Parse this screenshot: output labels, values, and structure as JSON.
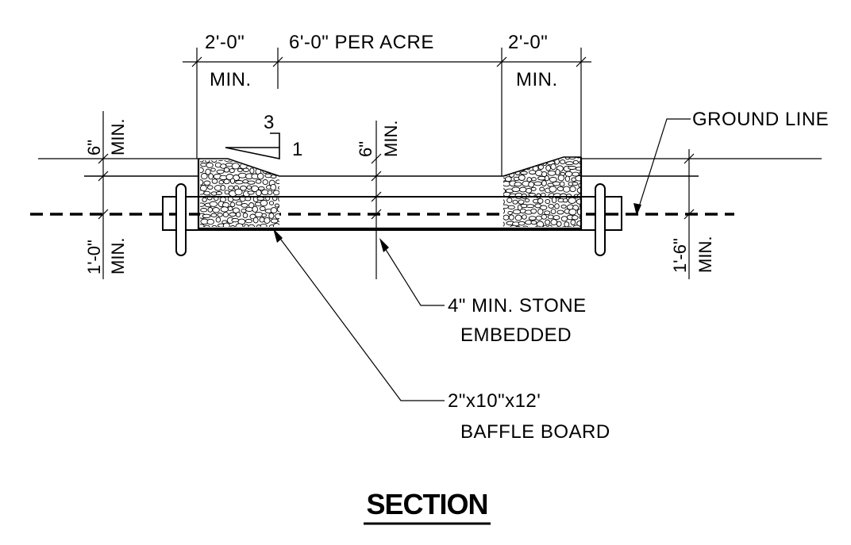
{
  "title": "SECTION",
  "dimensions": {
    "left_width": "2'-0\"",
    "middle_width": "6'-0\" PER ACRE",
    "right_width": "2'-0\"",
    "left_min": "MIN.",
    "right_min": "MIN.",
    "left_top_depth": "6\"",
    "left_top_min": "MIN.",
    "left_bottom_depth": "1'-0\"",
    "left_bottom_min": "MIN.",
    "center_depth": "6\"",
    "center_min": "MIN.",
    "right_depth": "1'-6\"",
    "right_min_vert": "MIN.",
    "slope_rise": "3",
    "slope_run": "1"
  },
  "callouts": {
    "ground_line": "GROUND LINE",
    "stone_line1": "4\" MIN. STONE",
    "stone_line2": "EMBEDDED",
    "board_line1": "2\"x10\"x12'",
    "board_line2": "BAFFLE BOARD"
  }
}
